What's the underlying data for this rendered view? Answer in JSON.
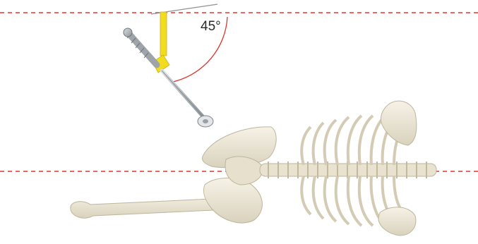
{
  "annotation": {
    "angle_label": "45°",
    "angle_degrees": 45
  },
  "reference_lines": {
    "style": "dashed",
    "color": "#e0352b",
    "count": 2
  },
  "instrument": {
    "icon": "guide-rod-with-screw-icon",
    "accent_color": "#f2dc1e",
    "metal_color": "#a9aeb3"
  },
  "skeleton": {
    "icon": "skeleton-dorsal-view-icon",
    "bone_color": "#ece7d6",
    "bone_shade": "#cfc8b2"
  },
  "arc_color": "#d8362a"
}
